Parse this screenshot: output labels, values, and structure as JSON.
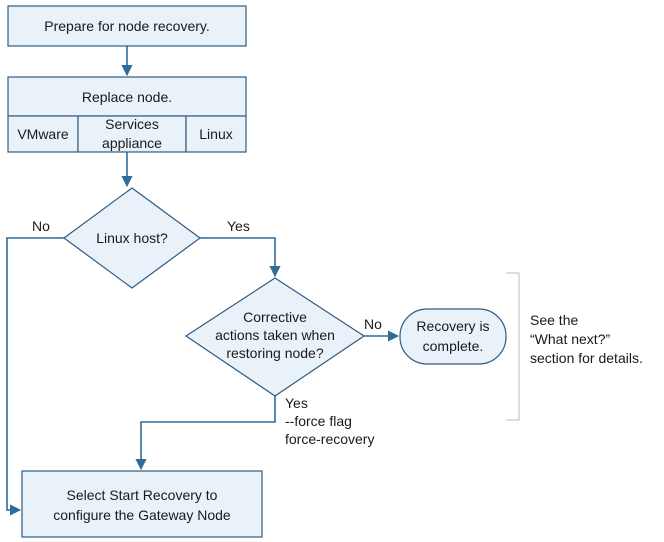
{
  "nodes": {
    "prepare": "Prepare for node recovery.",
    "replace": "Replace node.",
    "vmware": "VMware",
    "services_line1": "Services",
    "services_line2": "appliance",
    "linux": "Linux",
    "linux_host": "Linux host?",
    "corrective_line1": "Corrective",
    "corrective_line2": "actions taken when",
    "corrective_line3": "restoring node?",
    "complete_line1": "Recovery is",
    "complete_line2": "complete.",
    "start_line1": "Select Start Recovery to",
    "start_line2": "configure the Gateway Node"
  },
  "edge_labels": {
    "no_linux": "No",
    "yes_linux": "Yes",
    "no_corrective": "No",
    "yes_corrective": "Yes",
    "force_flag": "--force flag",
    "force_recovery": "force-recovery"
  },
  "note": {
    "line1": "See the",
    "line2": "“What next?”",
    "line3": "section for details."
  },
  "colors": {
    "box_fill": "#e9f1f9",
    "box_stroke": "#2f5b83",
    "arrow": "#2f6c99"
  }
}
